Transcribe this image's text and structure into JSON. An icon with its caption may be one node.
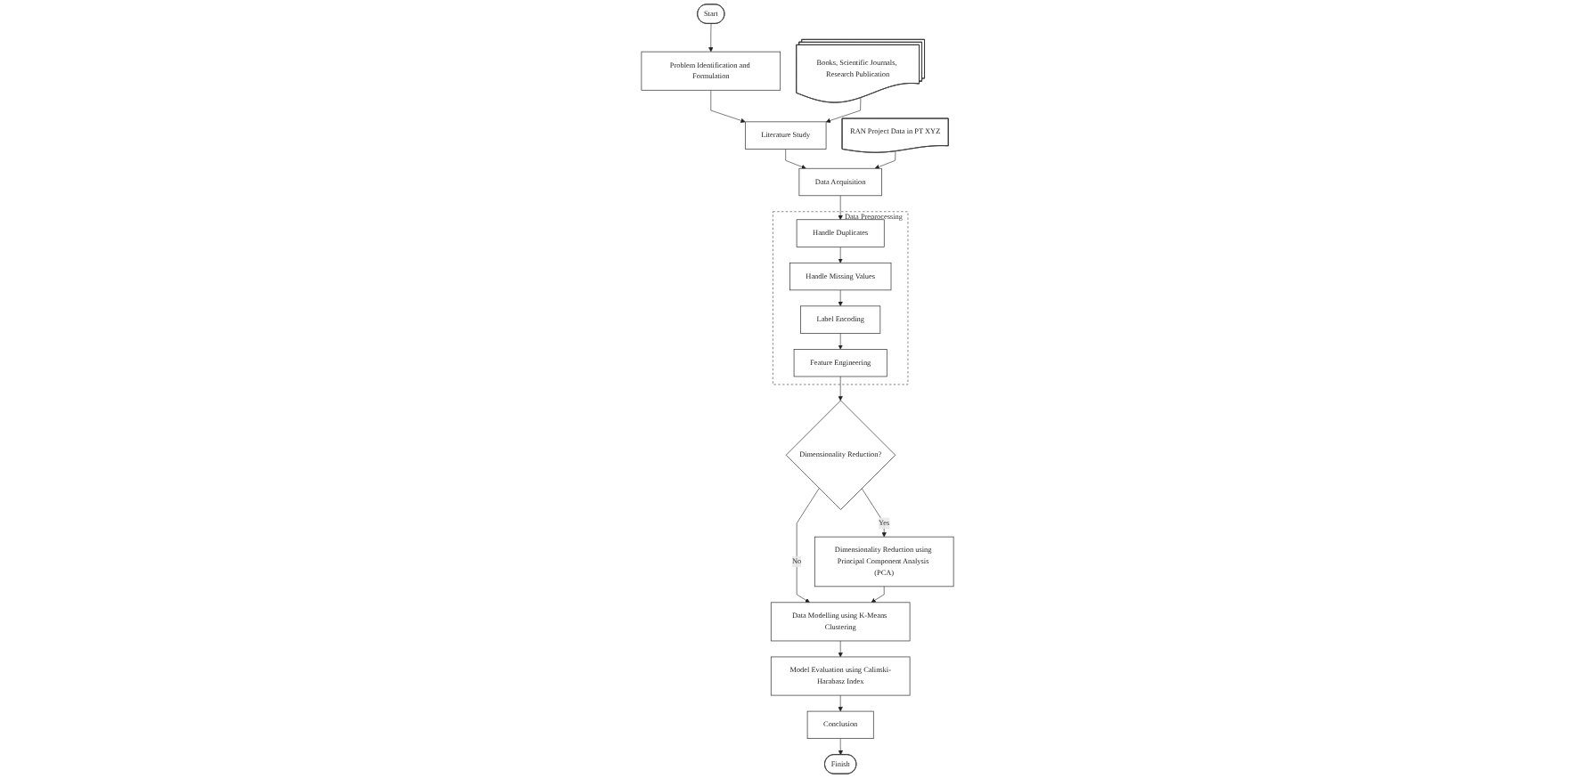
{
  "diagram": {
    "nodes": [
      {
        "text": [
          "Start"
        ]
      },
      {
        "text": [
          "Problem Identification and Formulation"
        ]
      },
      {
        "text": [
          "Books, Scientific Journals, Research Publication"
        ]
      },
      {
        "text": [
          "Literature Study"
        ]
      },
      {
        "text": [
          "RAN Project Data in PT XYZ"
        ]
      },
      {
        "text": [
          "Data Acquisition"
        ]
      },
      {
        "text": [
          "Data Preprocessing"
        ]
      },
      {
        "text": [
          "Handle Duplicates"
        ],
        "in": 6
      },
      {
        "text": [
          "Handle Missing Values"
        ],
        "in": 6
      },
      {
        "text": [
          "Label Encoding"
        ],
        "in": 6
      },
      {
        "text": [
          "Feature Engineering"
        ],
        "in": 6
      },
      {
        "text": [
          "Dimensionality Reduction?"
        ]
      },
      {
        "text": [
          "Dimensionality Reduction using Principal Component Analysis (PCA)"
        ]
      },
      {
        "text": [
          "Data Modelling using K-Means Clustering"
        ]
      },
      {
        "text": [
          "Model Evaluation using Calinski-Harabasz Index"
        ]
      },
      {
        "text": [
          "Conclusion"
        ]
      },
      {
        "text": [
          "Finish"
        ]
      }
    ],
    "edges": [
      {
        "from": 0,
        "to": 1,
        "arrow": "to"
      },
      {
        "from": 1,
        "to": 3,
        "arrow": "to"
      },
      {
        "from": 2,
        "to": 3,
        "arrow": "to"
      },
      {
        "from": 3,
        "to": 5,
        "arrow": "to"
      },
      {
        "from": 4,
        "to": 5,
        "arrow": "to"
      },
      {
        "from": 5,
        "to": 7,
        "arrow": "to"
      },
      {
        "from": 7,
        "to": 8,
        "arrow": "to"
      },
      {
        "from": 8,
        "to": 9,
        "arrow": "to"
      },
      {
        "from": 9,
        "to": 10,
        "arrow": "to"
      },
      {
        "from": 10,
        "to": 11,
        "arrow": "to"
      },
      {
        "from": 11,
        "to": 12,
        "label": "Yes",
        "arrow": "to"
      },
      {
        "from": 11,
        "to": 13,
        "label": "No",
        "arrow": "to"
      },
      {
        "from": 12,
        "to": 13,
        "arrow": "to"
      },
      {
        "from": 13,
        "to": 14,
        "arrow": "to"
      },
      {
        "from": 14,
        "to": 15,
        "arrow": "to"
      },
      {
        "from": 15,
        "to": 16,
        "arrow": "to"
      }
    ]
  }
}
